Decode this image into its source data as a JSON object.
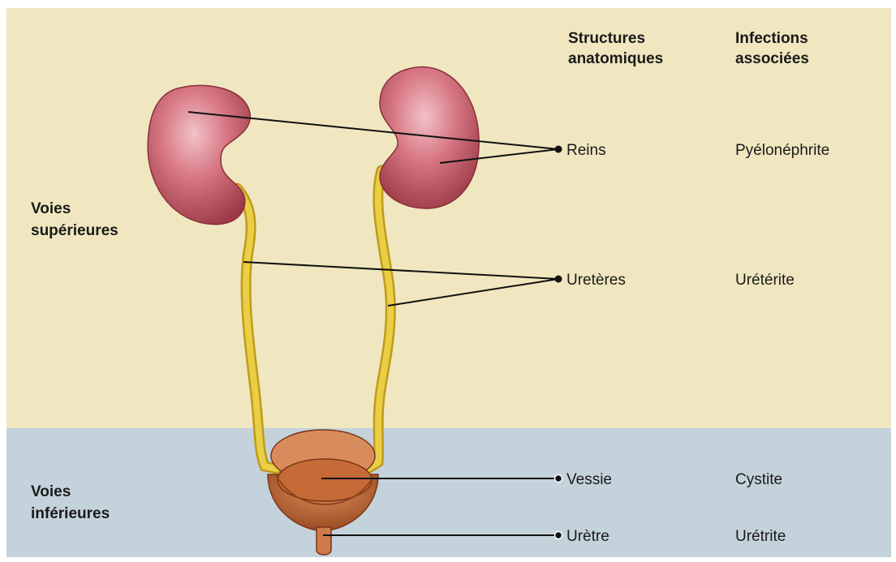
{
  "headers": {
    "structures": [
      "Structures",
      "anatomiques"
    ],
    "infections": [
      "Infections",
      "associées"
    ]
  },
  "regions": {
    "upper": [
      "Voies",
      "supérieures"
    ],
    "lower": [
      "Voies",
      "inférieures"
    ]
  },
  "rows": [
    {
      "structure": "Reins",
      "infection": "Pyélonéphrite"
    },
    {
      "structure": "Uretères",
      "infection": "Urétérite"
    },
    {
      "structure": "Vessie",
      "infection": "Cystite"
    },
    {
      "structure": "Urètre",
      "infection": "Urétrite"
    }
  ],
  "colors": {
    "upper_bg": "#f0e7c0",
    "lower_bg": "#c4d2dc",
    "kidney": "#c65a68",
    "ureter": "#e1c232",
    "bladder": "#b85a28"
  }
}
